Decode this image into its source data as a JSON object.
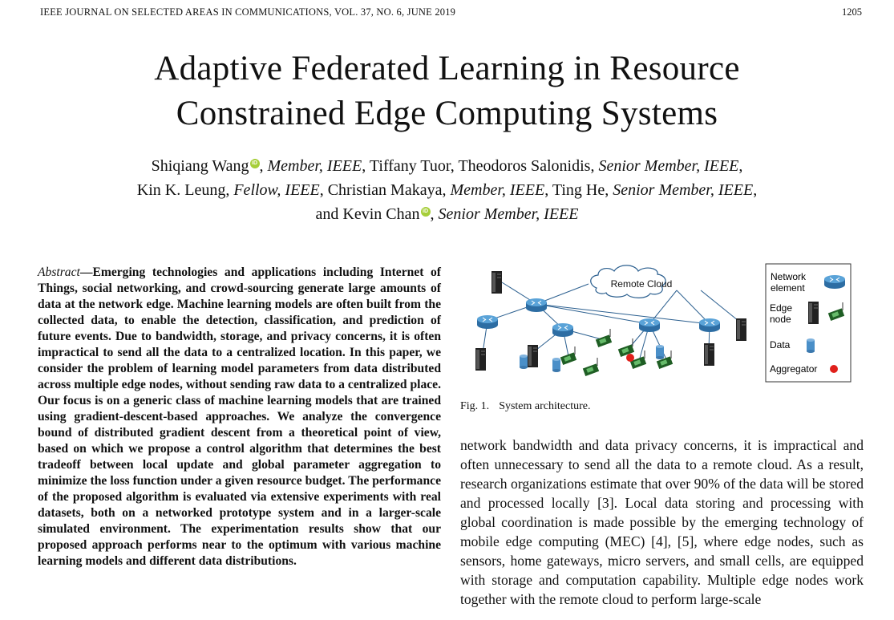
{
  "header": {
    "journal": "IEEE JOURNAL ON SELECTED AREAS IN COMMUNICATIONS, VOL. 37, NO. 6, JUNE 2019",
    "page_number": "1205"
  },
  "title": {
    "line1": "Adaptive Federated Learning in Resource",
    "line2": "Constrained Edge Computing Systems"
  },
  "authors": {
    "a1_name": "Shiqiang Wang",
    "a1_role": "Member, IEEE",
    "a2_name": "Tiffany Tuor",
    "a3_name": "Theodoros Salonidis",
    "a3_role": "Senior Member, IEEE",
    "a4_name": "Kin K. Leung",
    "a4_role": "Fellow, IEEE",
    "a5_name": "Christian Makaya",
    "a5_role": "Member, IEEE",
    "a6_name": "Ting He",
    "a6_role": "Senior Member, IEEE",
    "a7_prefix": "and Kevin Chan",
    "a7_role": "Senior Member, IEEE",
    "orcid_label": "iD"
  },
  "abstract": {
    "label": "Abstract",
    "dash": "—",
    "text": "Emerging technologies and applications including Internet of Things, social networking, and crowd-sourcing generate large amounts of data at the network edge. Machine learning models are often built from the collected data, to enable the detection, classification, and prediction of future events. Due to bandwidth, storage, and privacy concerns, it is often impractical to send all the data to a centralized location. In this paper, we consider the problem of learning model parameters from data distributed across multiple edge nodes, without sending raw data to a centralized place. Our focus is on a generic class of machine learning models that are trained using gradient-descent-based approaches. We analyze the convergence bound of distributed gradient descent from a theoretical point of view, based on which we propose a control algorithm that determines the best tradeoff between local update and global parameter aggregation to minimize the loss function under a given resource budget. The performance of the proposed algorithm is evaluated via extensive experiments with real datasets, both on a networked prototype system and in a larger-scale simulated environment. The experimentation results show that our proposed approach performs near to the optimum with various machine learning models and different data distributions."
  },
  "figure": {
    "cloud_label": "Remote Cloud",
    "legend_network_line1": "Network",
    "legend_network_line2": "element",
    "legend_edge_line1": "Edge",
    "legend_edge_line2": "node",
    "legend_data": "Data",
    "legend_aggregator": "Aggregator",
    "colors": {
      "router": "#3f87c0",
      "data": "#4a8fc8",
      "aggregator": "#e0201b",
      "sensor": "#2e7d32"
    },
    "caption_number": "Fig. 1.",
    "caption_text": "System architecture."
  },
  "body": {
    "text": "network bandwidth and data privacy concerns, it is impractical and often unnecessary to send all the data to a remote cloud. As a result, research organizations estimate that over 90% of the data will be stored and processed locally [3]. Local data storing and processing with global coordination is made possible by the emerging technology of mobile edge computing (MEC) [4], [5], where edge nodes, such as sensors, home gateways, micro servers, and small cells, are equipped with storage and computation capability. Multiple edge nodes work together with the remote cloud to perform large-scale"
  }
}
